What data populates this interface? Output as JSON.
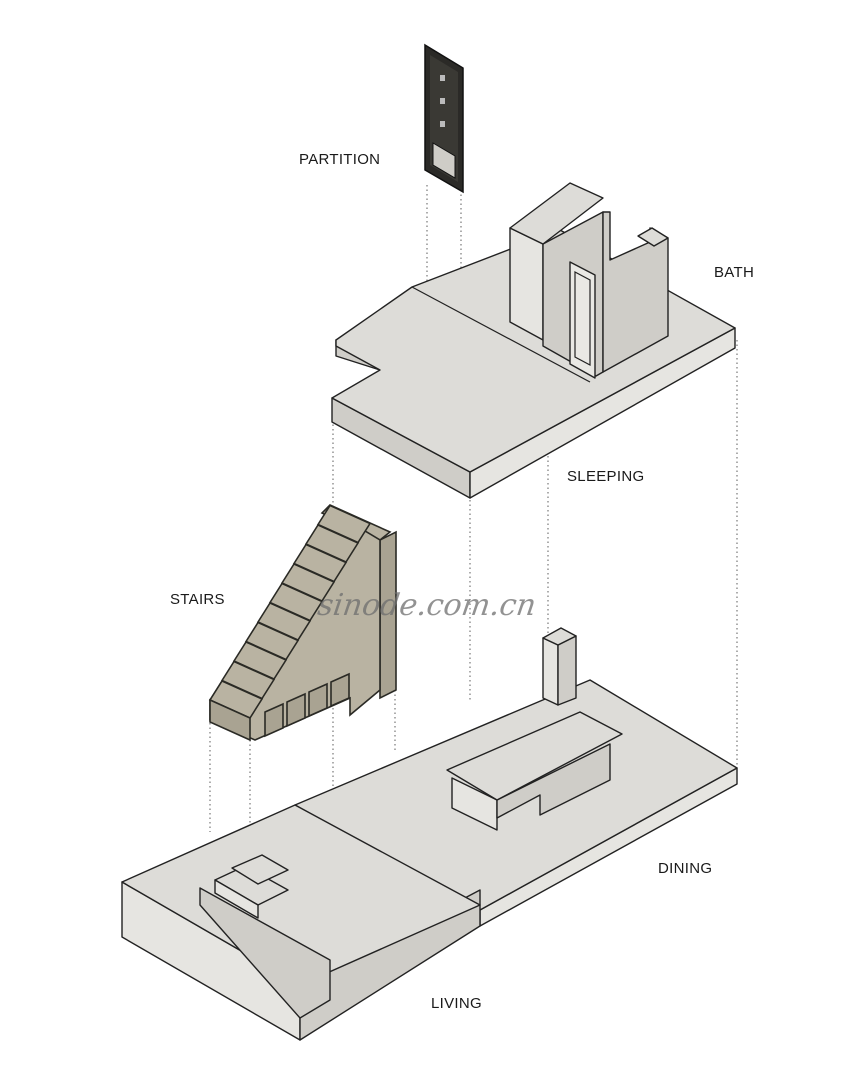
{
  "labels": {
    "partition": "PARTITION",
    "bath": "BATH",
    "sleeping": "SLEEPING",
    "stairs": "STAIRS",
    "dining": "DINING",
    "living": "LIVING"
  },
  "watermark": "sinode.com.cn",
  "colors": {
    "floor": "#dddcd8",
    "stairs": "#b9b3a2",
    "partition": "#2b2a27"
  }
}
